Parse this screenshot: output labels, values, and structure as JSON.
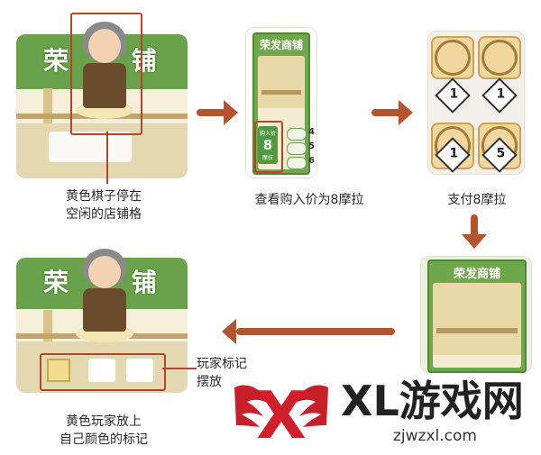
{
  "step1": {
    "caption_line1": "黄色棋子停在",
    "caption_line2": "空闲的店铺格",
    "sign": "荣 铺"
  },
  "step2": {
    "card_title": "荣发商铺",
    "price_label": "购入价",
    "price_value": "8",
    "price_unit": "摩拉",
    "rows": [
      "4",
      "5",
      "6"
    ],
    "caption": "查看购入价为8摩拉"
  },
  "step3": {
    "tiles": [
      "1",
      "1",
      "1",
      "5"
    ],
    "caption": "支付8摩拉"
  },
  "step4": {
    "card_title": "荣发商铺"
  },
  "step5": {
    "caption_line1": "黄色玩家放上",
    "caption_line2": "自己颜色的标记",
    "sign": "荣 铺",
    "side_note_line1": "玩家标记",
    "side_note_line2": "摆放"
  },
  "watermark": {
    "brand": "XL游戏网",
    "url": "zjwzxl.com"
  },
  "colors": {
    "arrow": "#b5552f",
    "shop_green": "#69a24a",
    "highlight": "#b5452a"
  }
}
